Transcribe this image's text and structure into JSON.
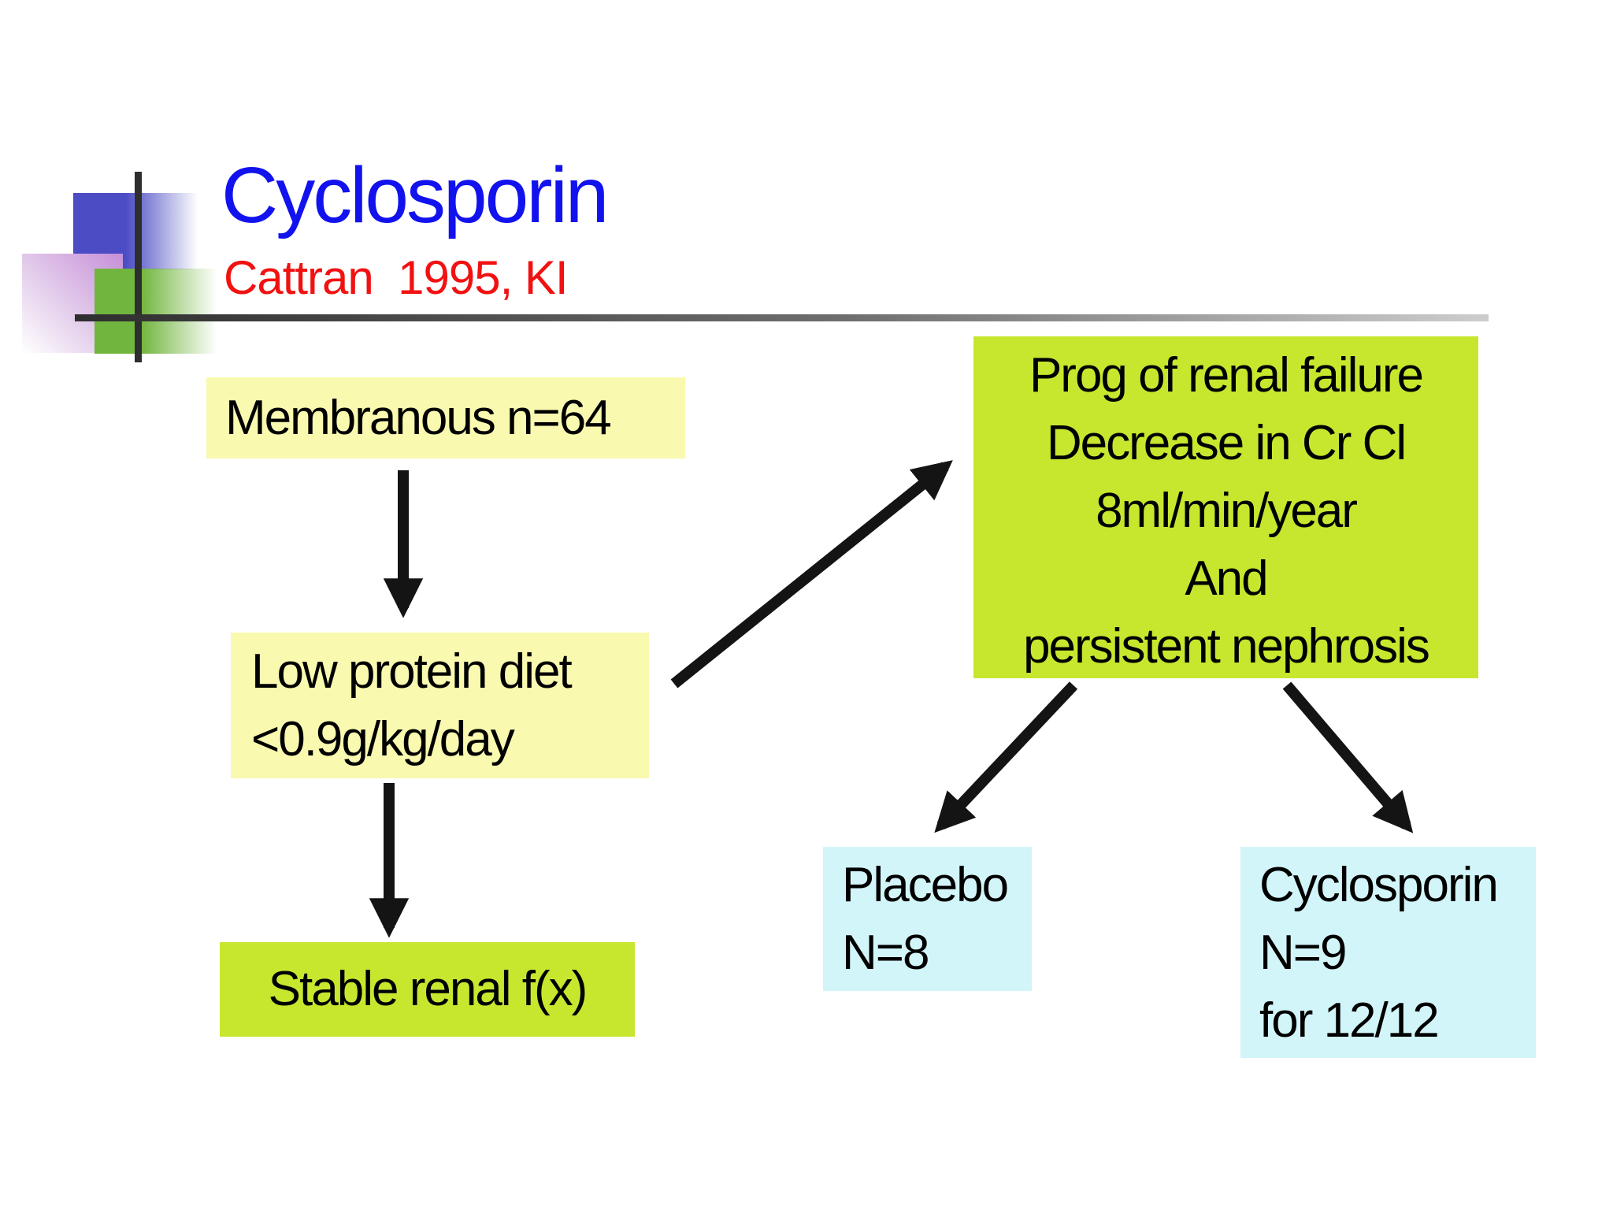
{
  "header": {
    "title": "Cyclosporin",
    "title_color": "#1212ee",
    "subtitle": "Cattran  1995, KI",
    "subtitle_color": "#f21111"
  },
  "palette": {
    "pale_yellow": "#f9f9b0",
    "chartreuse": "#c6e72e",
    "pale_cyan": "#d2f5f9",
    "arrow": "#141414",
    "decor_blue": "#4c4cc4",
    "decor_green": "#71b53e",
    "decor_purple": "#c78fd8",
    "decor_line": "#2e2e2e"
  },
  "boxes": {
    "membranous": {
      "lines": [
        "Membranous n=64"
      ],
      "bg": "#f9f9b0"
    },
    "low_protein": {
      "lines": [
        "Low protein diet",
        "<0.9g/kg/day"
      ],
      "bg": "#f9f9b0"
    },
    "stable_renal": {
      "lines": [
        "Stable renal f(x)"
      ],
      "bg": "#c6e72e"
    },
    "prog_failure": {
      "lines": [
        "Prog of renal failure",
        "Decrease in Cr Cl",
        "8ml/min/year",
        "And",
        "persistent nephrosis"
      ],
      "bg": "#c6e72e"
    },
    "placebo": {
      "lines": [
        "Placebo",
        "N=8"
      ],
      "bg": "#d2f5f9"
    },
    "cyclosporin_arm": {
      "lines": [
        "Cyclosporin",
        "N=9",
        "for 12/12"
      ],
      "bg": "#d2f5f9"
    }
  }
}
